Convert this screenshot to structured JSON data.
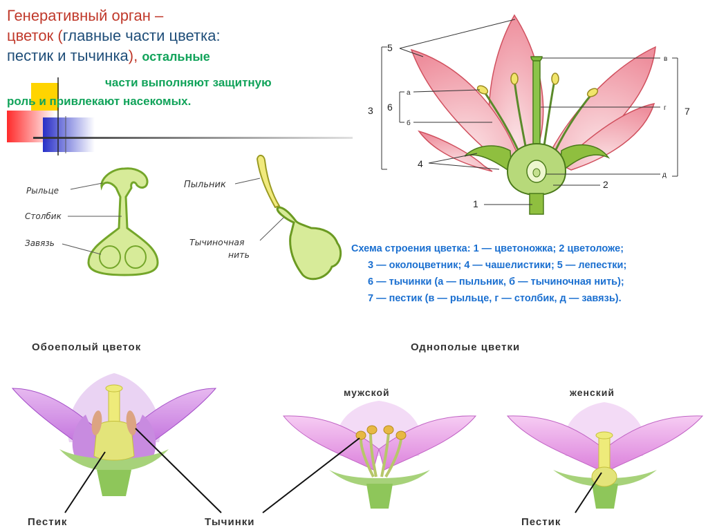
{
  "heading": {
    "line1": "Генеративный орган –",
    "line2a": "цветок (",
    "line2b": "главные части цветка:",
    "line3a": "пестик и тычинка",
    "line3b": "), ",
    "line3c": "остальные",
    "line4": "части выполняют защитную",
    "line5": "роль и привлекают насекомых."
  },
  "pistil_diagram": {
    "stigma": "Рыльце",
    "style": "Столбик",
    "ovary": "Завязь"
  },
  "stamen_diagram": {
    "anther": "Пыльник",
    "filament_1": "Тычиночная",
    "filament_2": "нить"
  },
  "flower_scheme": {
    "numbers": {
      "n1": "1",
      "n2": "2",
      "n3": "3",
      "n4": "4",
      "n5": "5",
      "n6": "6",
      "n7": "7"
    },
    "letters": {
      "a": "а",
      "b": "б",
      "v": "в",
      "g": "г",
      "d": "д"
    }
  },
  "caption": {
    "line1": "Схема строения цветка: 1 — цветоножка; 2 цветоложе;",
    "line2": "3 — околоцветник; 4 — чашелистики; 5 — лепестки;",
    "line3": "6 — тычинки (а — пыльник, б — тычиночная нить);",
    "line4": "7 — пестик (в — рыльце, г — столбик, д — завязь)."
  },
  "bottom": {
    "bisexual_title": "Обоеполый цветок",
    "unisexual_title": "Однополые цветки",
    "male": "мужской",
    "female": "женский",
    "pistil_label_1": "Пестик",
    "stamens_label": "Тычинки",
    "pistil_label_2": "Пестик"
  },
  "colors": {
    "title_red": "#c0392b",
    "accent_green": "#11a35a",
    "caption_blue": "#1a6fd0"
  }
}
